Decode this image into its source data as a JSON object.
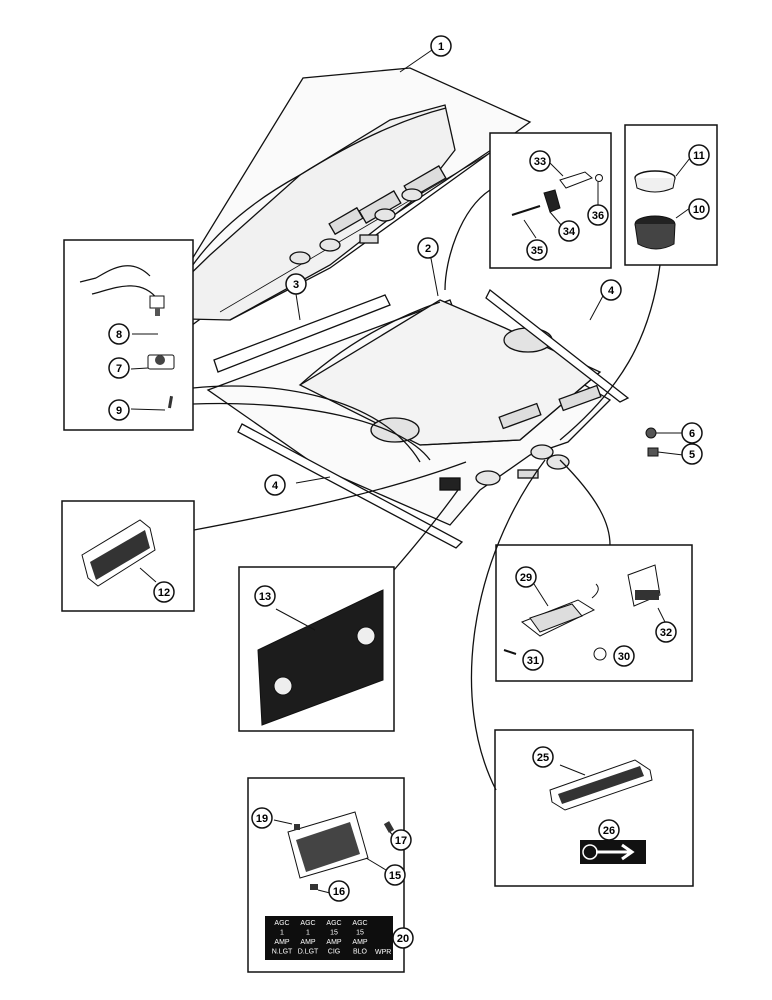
{
  "callouts": {
    "c1": "1",
    "c2": "2",
    "c3": "3",
    "c4a": "4",
    "c4b": "4",
    "c5": "5",
    "c6": "6",
    "c7": "7",
    "c8": "8",
    "c9": "9",
    "c10": "10",
    "c11": "11",
    "c12": "12",
    "c13": "13",
    "c15": "15",
    "c16": "16",
    "c17": "17",
    "c19": "19",
    "c20": "20",
    "c25": "25",
    "c26": "26",
    "c29": "29",
    "c30": "30",
    "c31": "31",
    "c32": "32",
    "c33": "33",
    "c34": "34",
    "c35": "35",
    "c36": "36"
  },
  "fuse_decal": {
    "columns": [
      {
        "type": "AGC",
        "rating": "1",
        "unit": "AMP",
        "circuit": "N.LGT"
      },
      {
        "type": "AGC",
        "rating": "1",
        "unit": "AMP",
        "circuit": "D.LGT"
      },
      {
        "type": "AGC",
        "rating": "15",
        "unit": "AMP",
        "circuit": "CIG"
      },
      {
        "type": "AGC",
        "rating": "15",
        "unit": "AMP",
        "circuit": "BLO"
      }
    ],
    "extra": "WPR"
  }
}
